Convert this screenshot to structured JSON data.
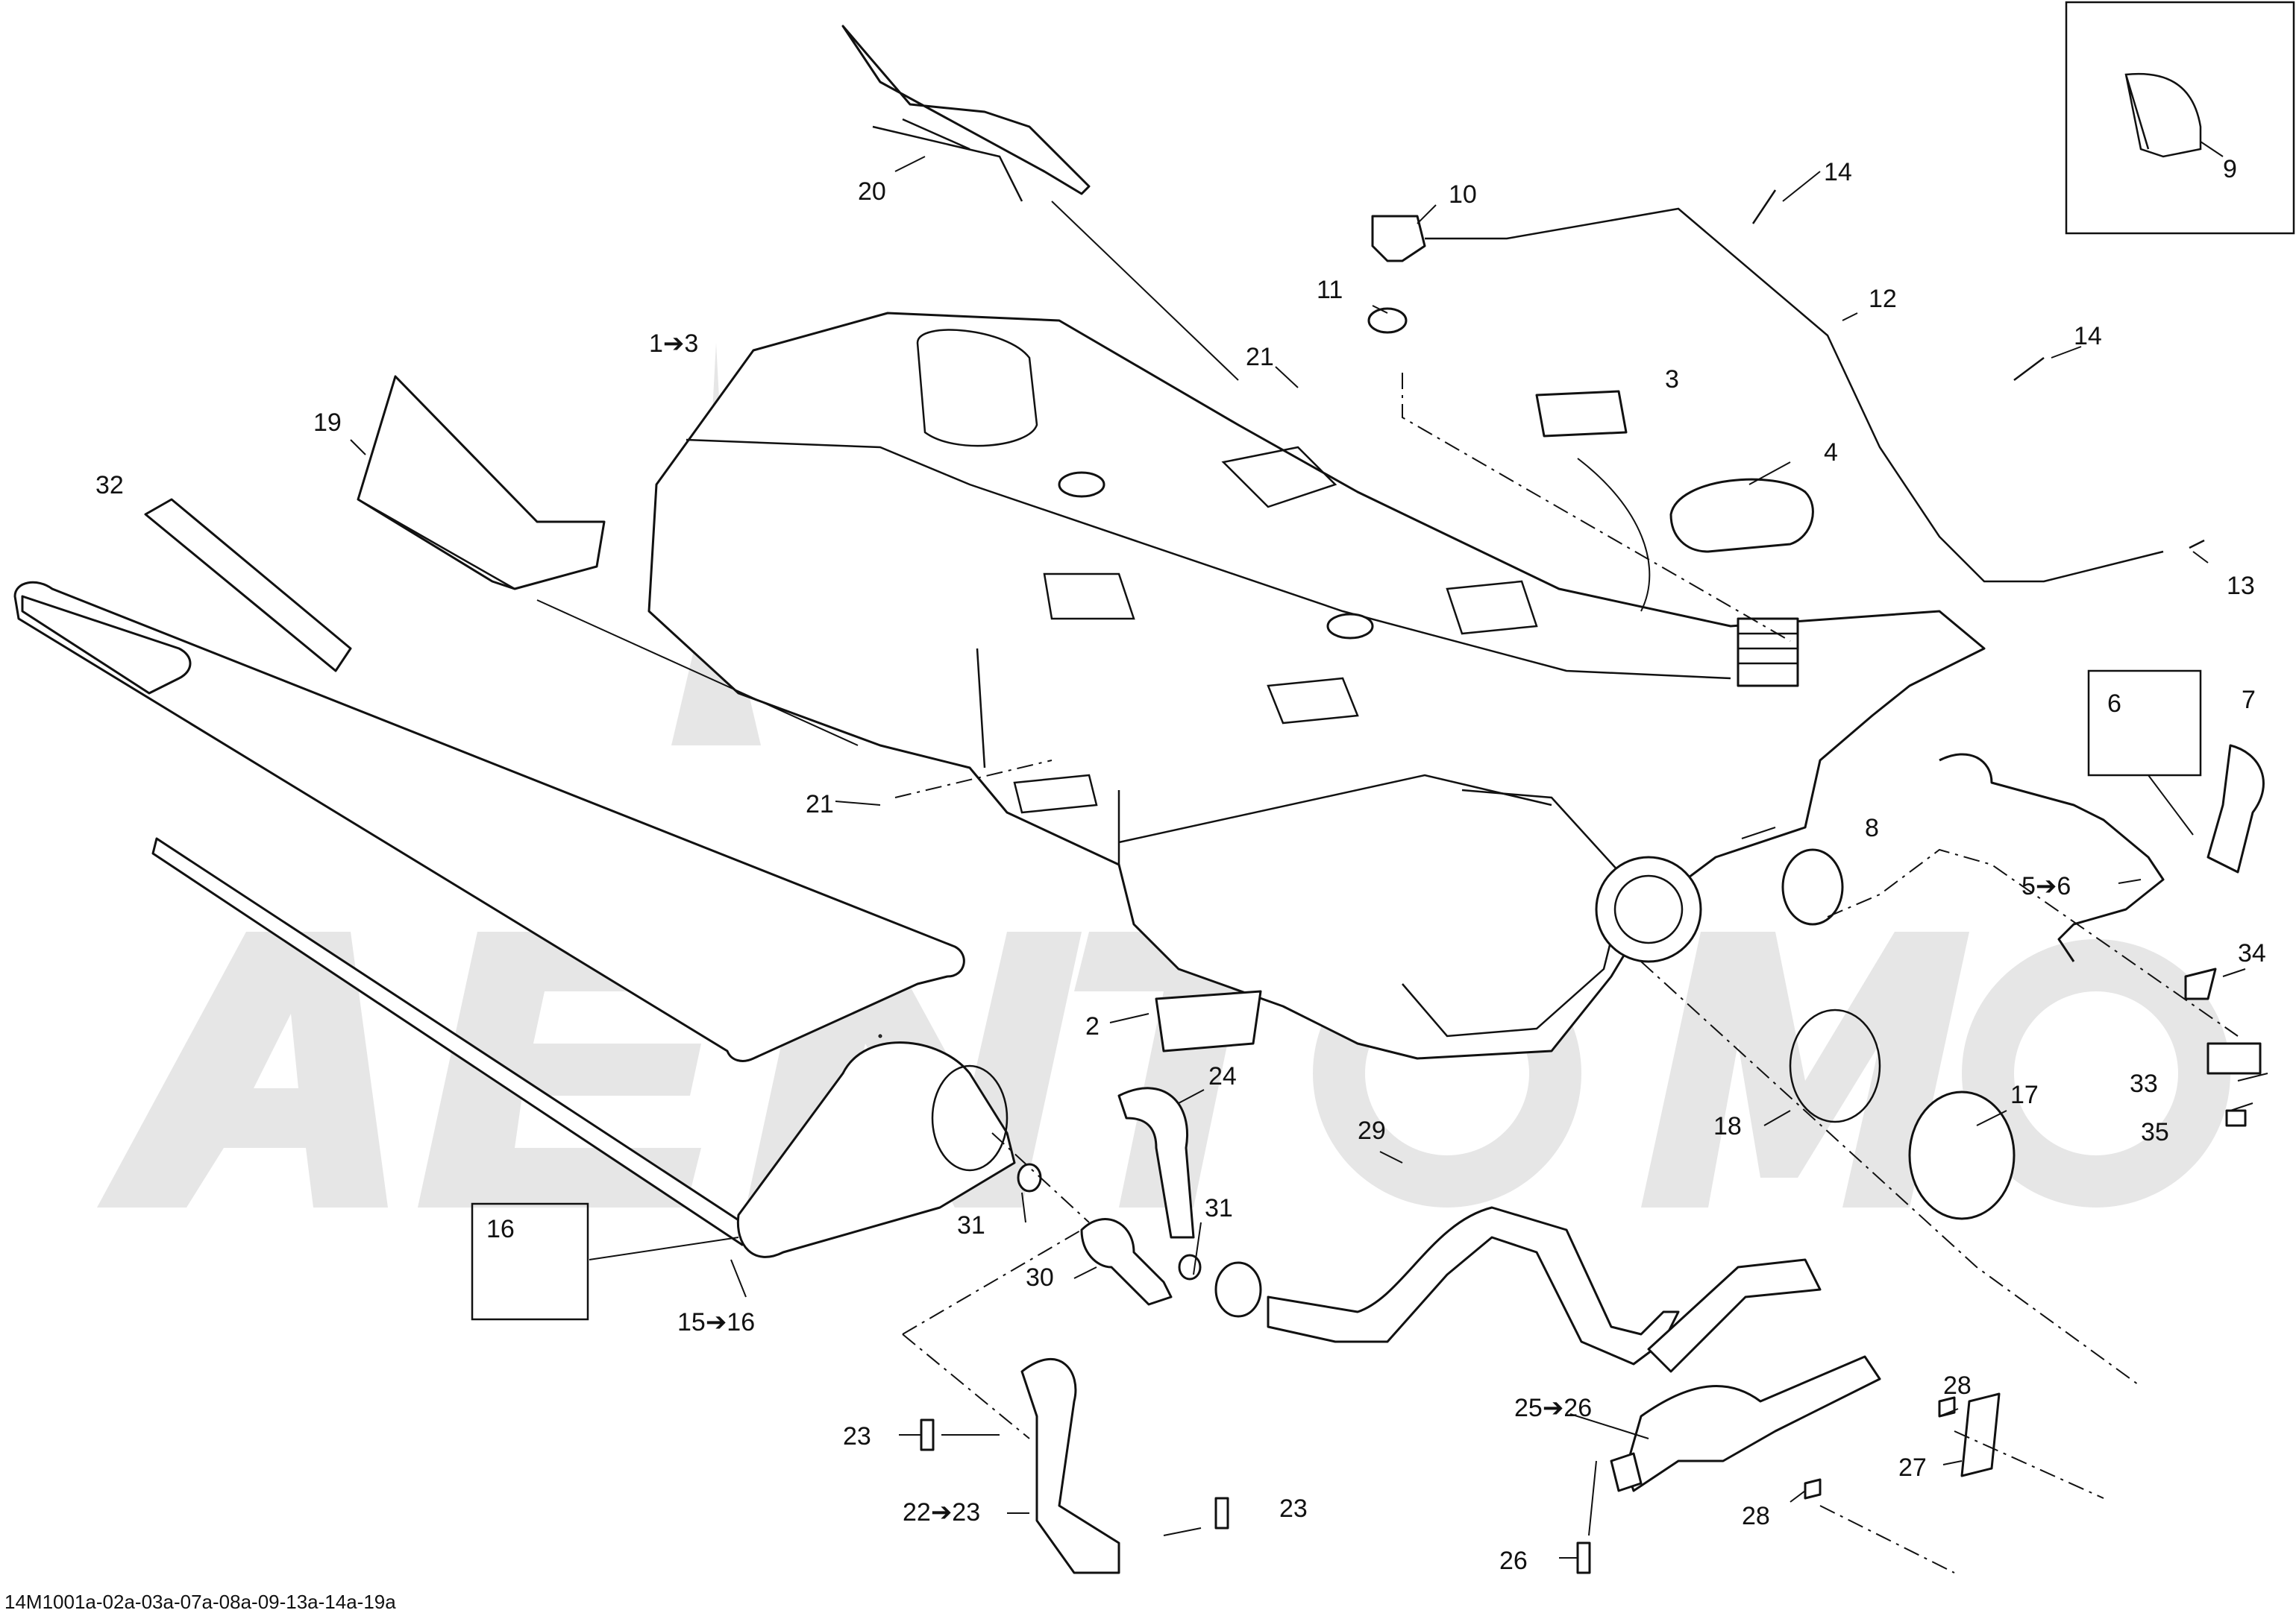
{
  "figure_code": "14M1001a-02a-03a-07a-08a-09-13a-14a-19a",
  "watermark_icon": "brand-logo-watermark",
  "callouts": [
    {
      "id": "c-1-3",
      "text": "1➔3"
    },
    {
      "id": "c-2",
      "text": "2"
    },
    {
      "id": "c-3",
      "text": "3"
    },
    {
      "id": "c-4",
      "text": "4"
    },
    {
      "id": "c-5-6",
      "text": "5➔6"
    },
    {
      "id": "c-6",
      "text": "6"
    },
    {
      "id": "c-7",
      "text": "7"
    },
    {
      "id": "c-8",
      "text": "8"
    },
    {
      "id": "c-9",
      "text": "9"
    },
    {
      "id": "c-10",
      "text": "10"
    },
    {
      "id": "c-11",
      "text": "11"
    },
    {
      "id": "c-12",
      "text": "12"
    },
    {
      "id": "c-13",
      "text": "13"
    },
    {
      "id": "c-14a",
      "text": "14"
    },
    {
      "id": "c-14b",
      "text": "14"
    },
    {
      "id": "c-15-16",
      "text": "15➔16"
    },
    {
      "id": "c-16",
      "text": "16"
    },
    {
      "id": "c-17",
      "text": "17"
    },
    {
      "id": "c-18",
      "text": "18"
    },
    {
      "id": "c-19",
      "text": "19"
    },
    {
      "id": "c-20",
      "text": "20"
    },
    {
      "id": "c-21a",
      "text": "21"
    },
    {
      "id": "c-21b",
      "text": "21"
    },
    {
      "id": "c-22-23",
      "text": "22➔23"
    },
    {
      "id": "c-23a",
      "text": "23"
    },
    {
      "id": "c-23b",
      "text": "23"
    },
    {
      "id": "c-24",
      "text": "24"
    },
    {
      "id": "c-25-26",
      "text": "25➔26"
    },
    {
      "id": "c-26",
      "text": "26"
    },
    {
      "id": "c-27",
      "text": "27"
    },
    {
      "id": "c-28a",
      "text": "28"
    },
    {
      "id": "c-28b",
      "text": "28"
    },
    {
      "id": "c-29",
      "text": "29"
    },
    {
      "id": "c-30",
      "text": "30"
    },
    {
      "id": "c-31a",
      "text": "31"
    },
    {
      "id": "c-31b",
      "text": "31"
    },
    {
      "id": "c-32",
      "text": "32"
    },
    {
      "id": "c-33",
      "text": "33"
    },
    {
      "id": "c-34",
      "text": "34"
    },
    {
      "id": "c-35",
      "text": "35"
    }
  ]
}
